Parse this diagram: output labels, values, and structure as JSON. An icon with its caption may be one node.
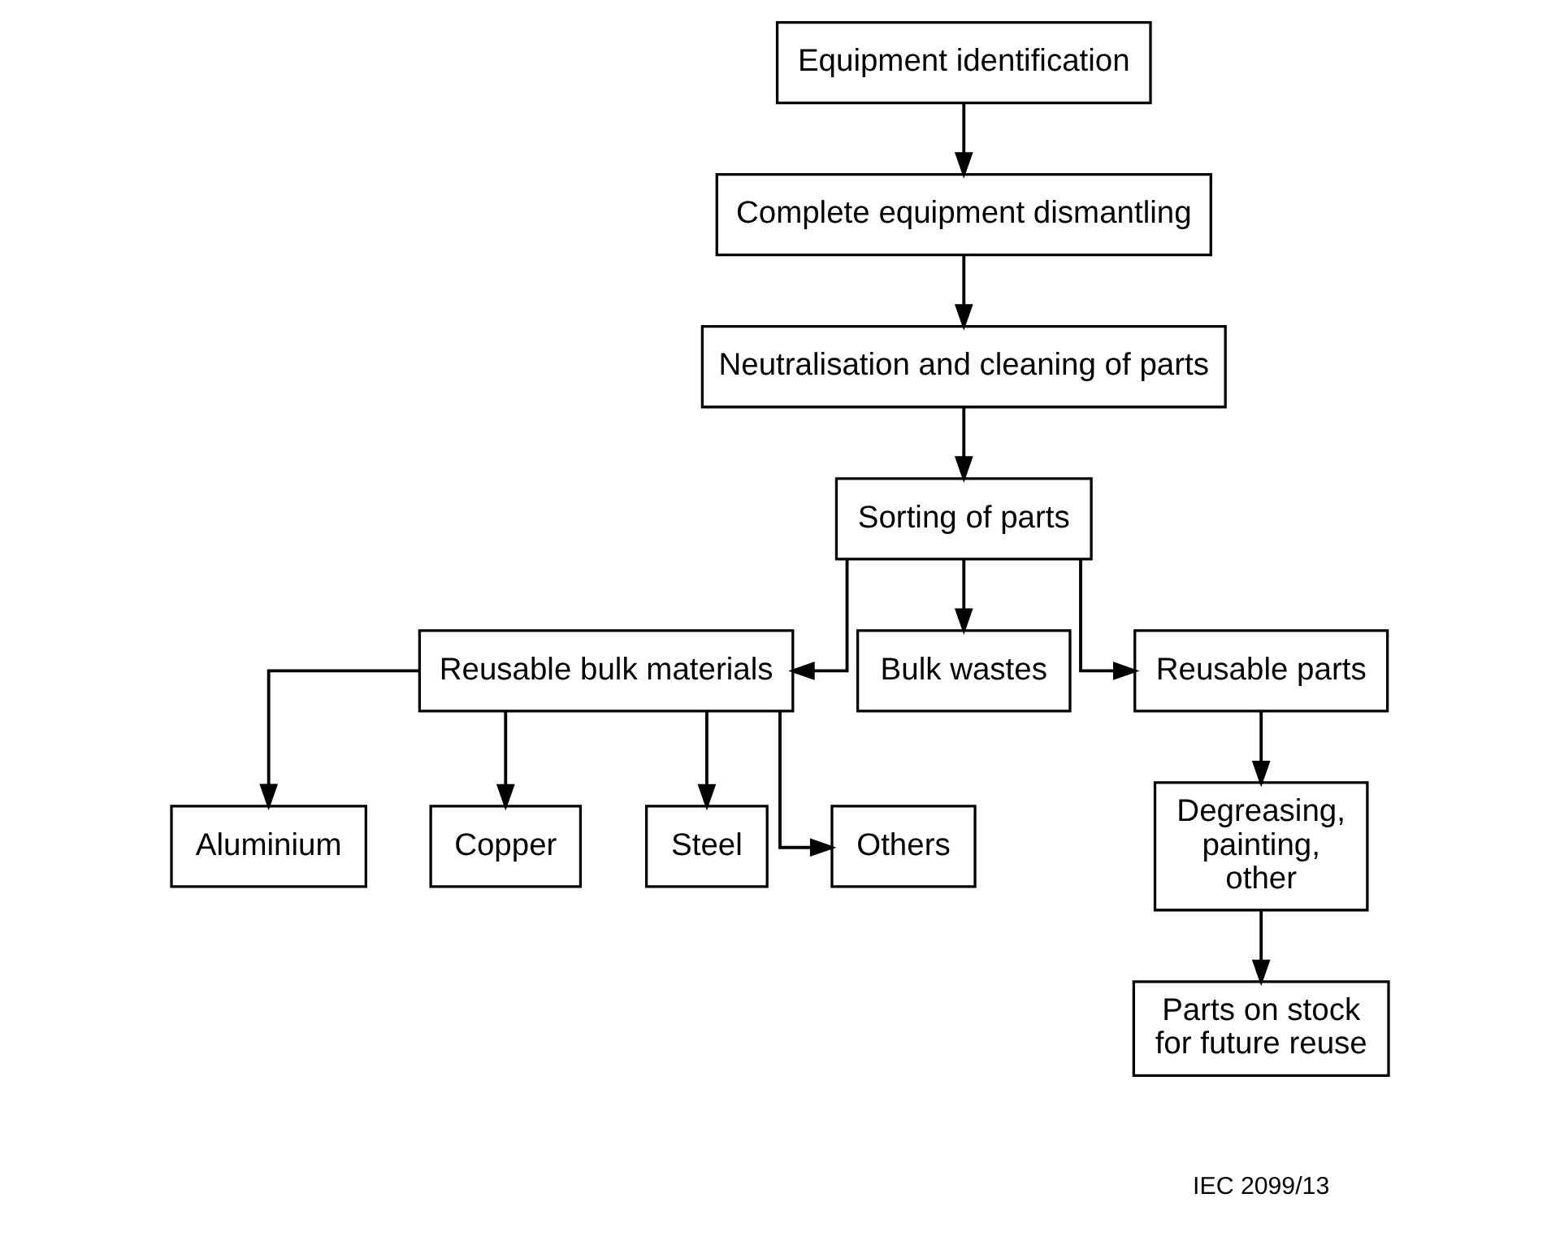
{
  "diagram": {
    "nodes": [
      {
        "text": [
          "Equipment identification"
        ]
      },
      {
        "text": [
          "Complete equipment dismantling"
        ]
      },
      {
        "text": [
          "Neutralisation and cleaning of parts"
        ]
      },
      {
        "text": [
          "Sorting of parts"
        ]
      },
      {
        "text": [
          "Reusable bulk materials"
        ]
      },
      {
        "text": [
          "Bulk wastes"
        ]
      },
      {
        "text": [
          "Reusable parts"
        ]
      },
      {
        "text": [
          "Aluminium"
        ]
      },
      {
        "text": [
          "Copper"
        ]
      },
      {
        "text": [
          "Steel"
        ]
      },
      {
        "text": [
          "Others"
        ]
      },
      {
        "text": [
          "Degreasing, painting, other"
        ]
      },
      {
        "text": [
          "Parts on stock for future reuse"
        ]
      }
    ],
    "edges": [
      {
        "from": 0,
        "to": 1,
        "arrow": "to"
      },
      {
        "from": 1,
        "to": 2,
        "arrow": "to"
      },
      {
        "from": 2,
        "to": 3,
        "arrow": "to"
      },
      {
        "from": 3,
        "to": 4,
        "arrow": "to"
      },
      {
        "from": 3,
        "to": 5,
        "arrow": "to"
      },
      {
        "from": 3,
        "to": 6,
        "arrow": "to"
      },
      {
        "from": 4,
        "to": 7,
        "arrow": "to"
      },
      {
        "from": 4,
        "to": 8,
        "arrow": "to"
      },
      {
        "from": 4,
        "to": 9,
        "arrow": "to"
      },
      {
        "from": 4,
        "to": 10,
        "arrow": "to"
      },
      {
        "from": 6,
        "to": 11,
        "arrow": "to"
      },
      {
        "from": 11,
        "to": 12,
        "arrow": "to"
      }
    ],
    "labels": [
      "IEC 2099/13"
    ]
  }
}
